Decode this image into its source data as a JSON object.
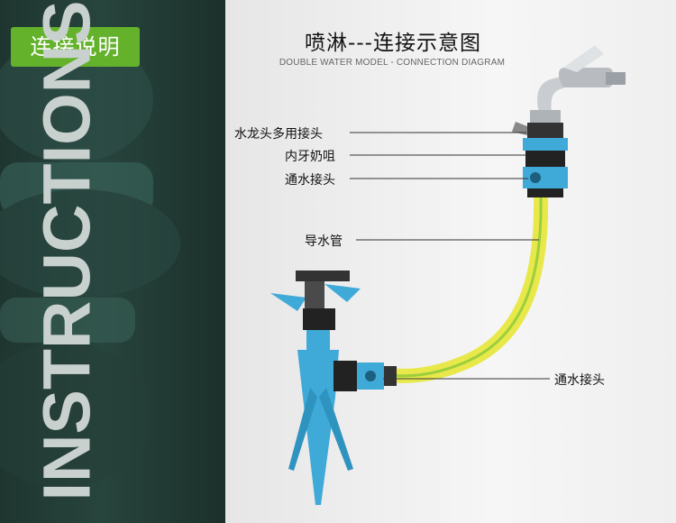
{
  "left_panel": {
    "tag": "连接说明",
    "vertical_text": "INSTRUCTIONS"
  },
  "header": {
    "title": "喷淋---连接示意图",
    "subtitle": "DOUBLE WATER MODEL - CONNECTION DIAGRAM"
  },
  "labels": [
    "水龙头多用接头",
    "内牙奶咀",
    "通水接头",
    "导水管",
    "通水接头"
  ],
  "colors": {
    "brand_green": "#64b22c",
    "connector_blue": "#3fa9d8",
    "hose_yellow": "#e8e84a",
    "hose_green": "#7cbf3a"
  }
}
